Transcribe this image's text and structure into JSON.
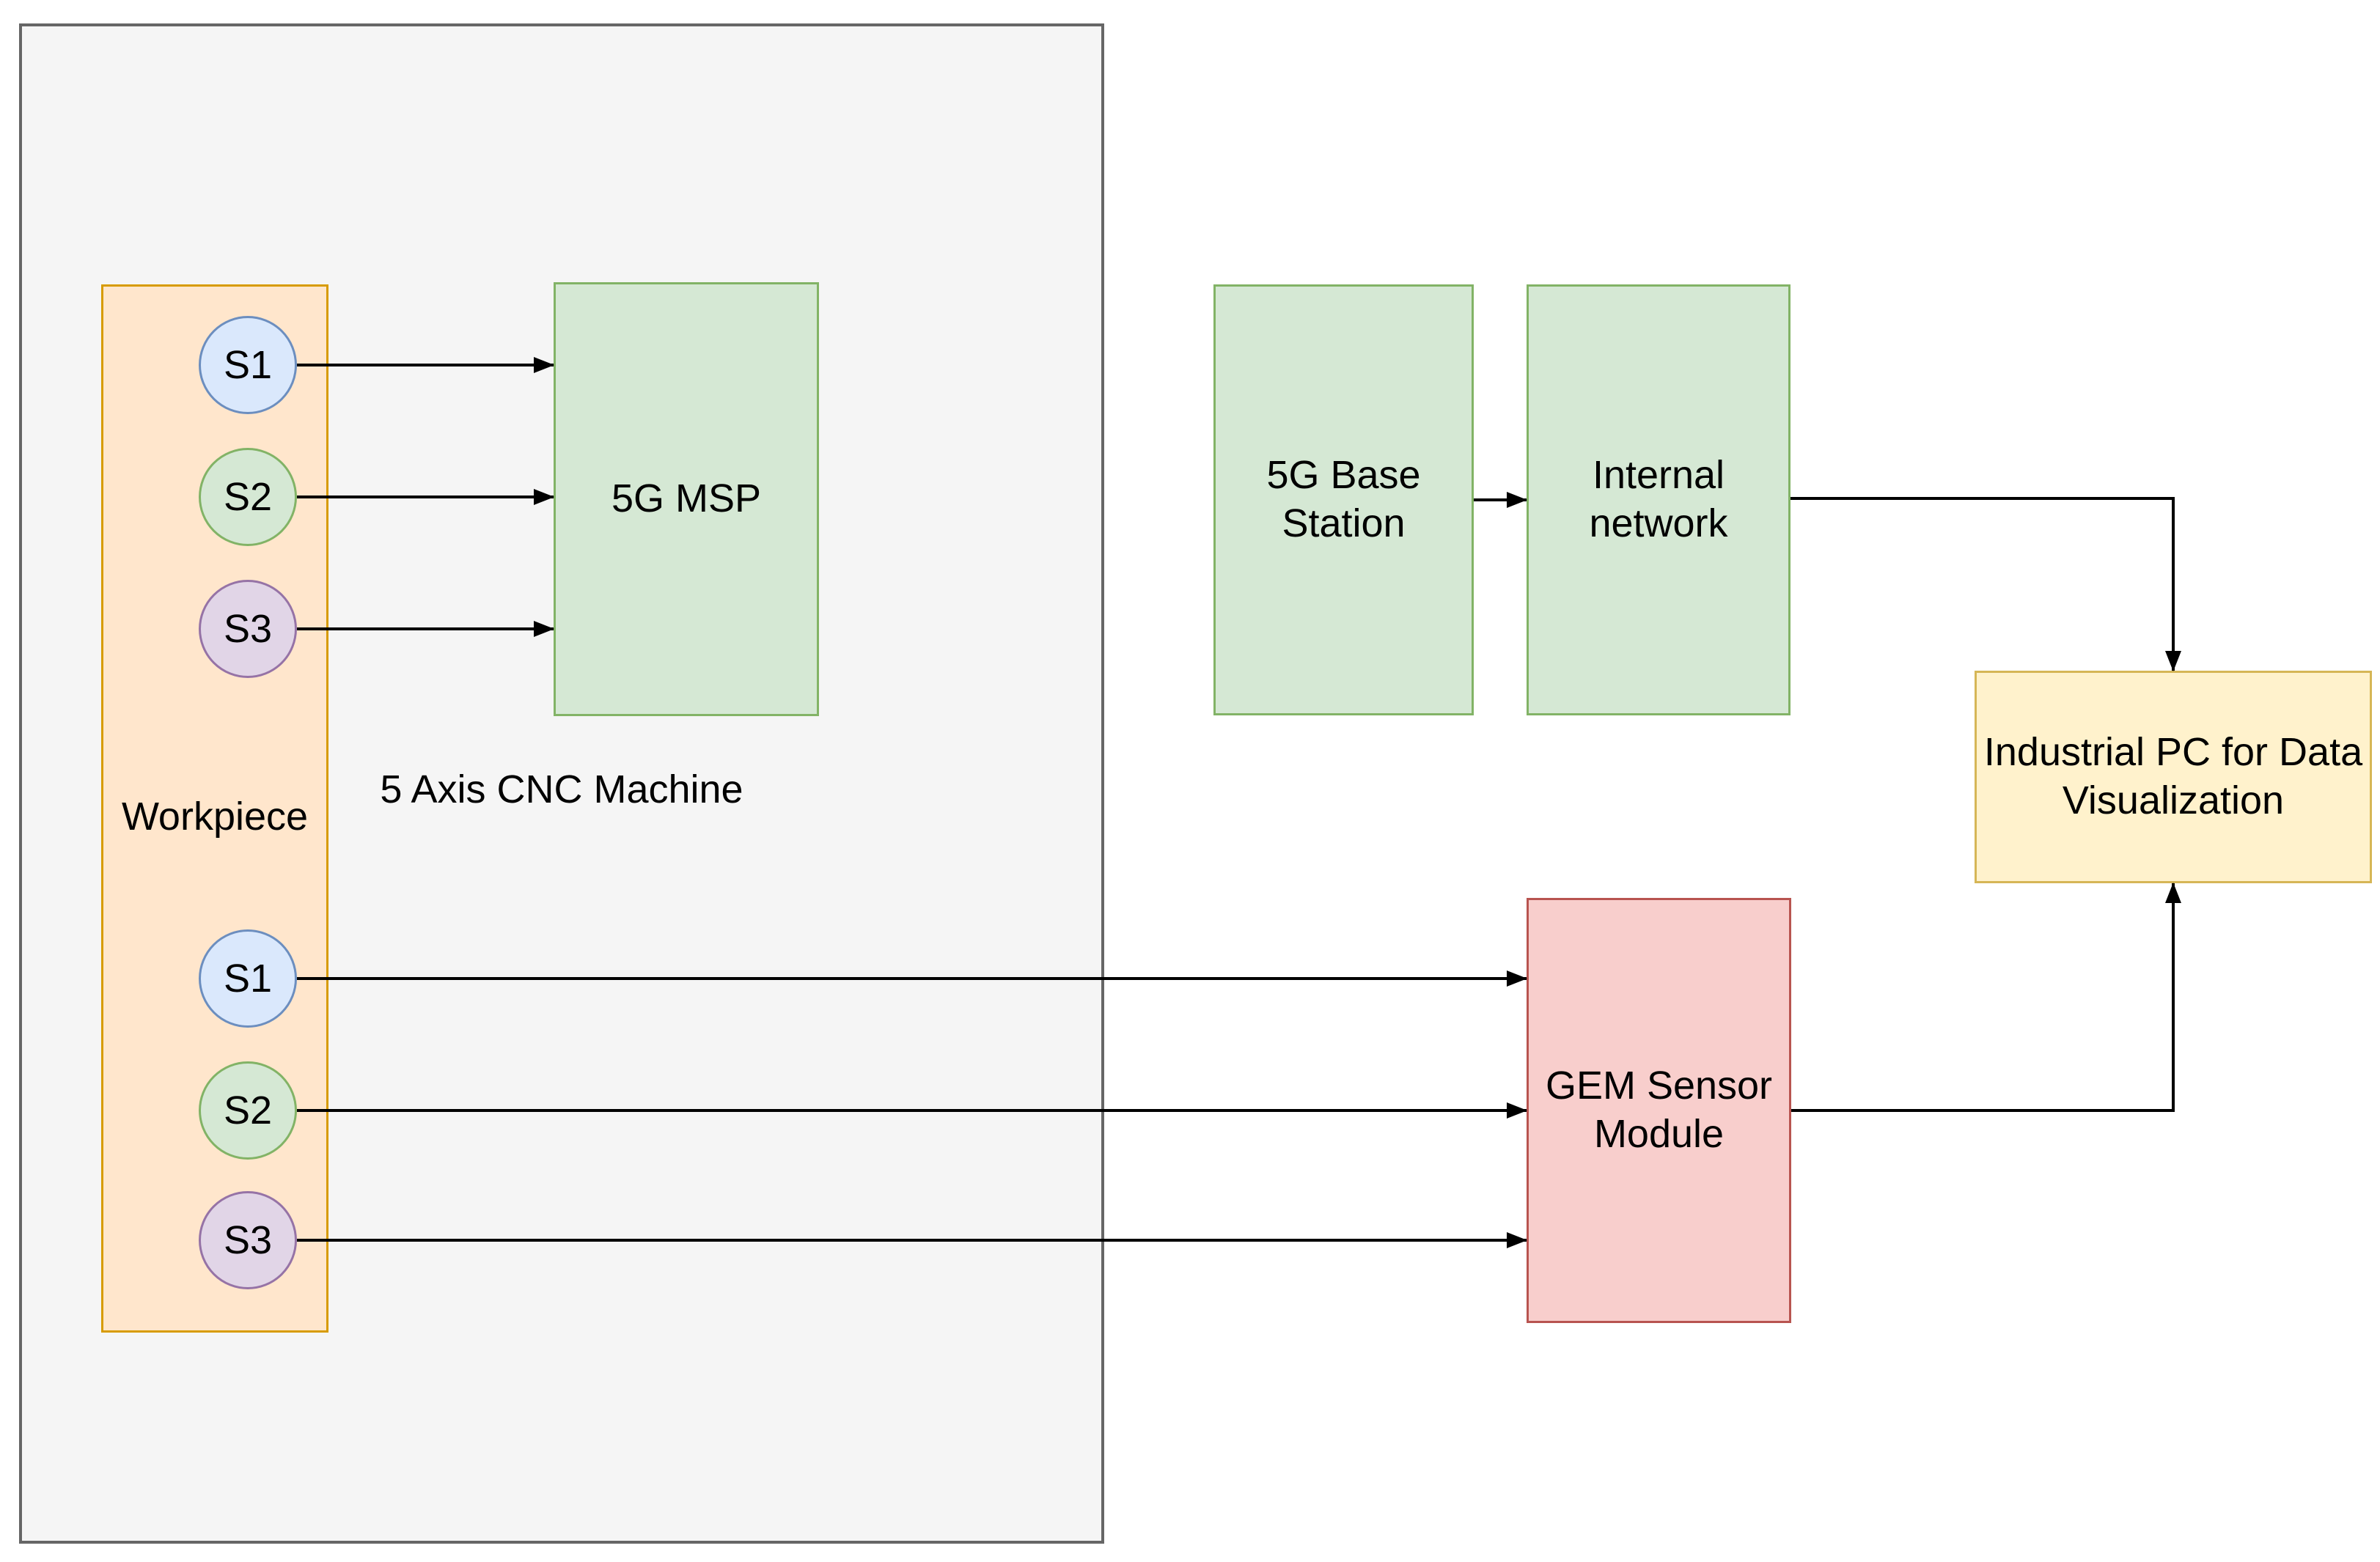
{
  "diagram": {
    "type": "network-architecture-flowchart",
    "nodes": {
      "cnc_machine": {
        "label": "5 Axis CNC Machine",
        "fill": "#f5f5f5",
        "border": "#666666"
      },
      "workpiece": {
        "label": "Workpiece",
        "fill": "#ffe6cc",
        "border": "#d79b00"
      },
      "msp": {
        "label": "5G MSP",
        "fill": "#d5e8d4",
        "border": "#82b366"
      },
      "base_station": {
        "label": "5G Base Station",
        "fill": "#d5e8d4",
        "border": "#82b366"
      },
      "internal_network": {
        "label": "Internal network",
        "fill": "#d5e8d4",
        "border": "#82b366"
      },
      "gem_sensor_module": {
        "label": "GEM Sensor Module",
        "fill": "#f8cecc",
        "border": "#b85450"
      },
      "industrial_pc": {
        "label": "Industrial PC for Data Visualization",
        "fill": "#fff2cc",
        "border": "#d6b656"
      }
    },
    "sensors": {
      "top": [
        {
          "label": "S1",
          "fill": "#dae8fc",
          "border": "#6c8ebf"
        },
        {
          "label": "S2",
          "fill": "#d5e8d4",
          "border": "#82b366"
        },
        {
          "label": "S3",
          "fill": "#e1d5e7",
          "border": "#9673a6"
        }
      ],
      "bottom": [
        {
          "label": "S1",
          "fill": "#dae8fc",
          "border": "#6c8ebf"
        },
        {
          "label": "S2",
          "fill": "#d5e8d4",
          "border": "#82b366"
        },
        {
          "label": "S3",
          "fill": "#e1d5e7",
          "border": "#9673a6"
        }
      ]
    },
    "edges": [
      {
        "from": "Workpiece sensor S1 (top)",
        "to": "5G MSP"
      },
      {
        "from": "Workpiece sensor S2 (top)",
        "to": "5G MSP"
      },
      {
        "from": "Workpiece sensor S3 (top)",
        "to": "5G MSP"
      },
      {
        "from": "5G Base Station",
        "to": "Internal network"
      },
      {
        "from": "Internal network",
        "to": "Industrial PC for Data Visualization"
      },
      {
        "from": "Workpiece sensor S1 (bottom)",
        "to": "GEM Sensor Module"
      },
      {
        "from": "Workpiece sensor S2 (bottom)",
        "to": "GEM Sensor Module"
      },
      {
        "from": "Workpiece sensor S3 (bottom)",
        "to": "GEM Sensor Module"
      },
      {
        "from": "GEM Sensor Module",
        "to": "Industrial PC for Data Visualization"
      }
    ],
    "edge_color": "#000000",
    "canvas_background": "#ffffff"
  }
}
